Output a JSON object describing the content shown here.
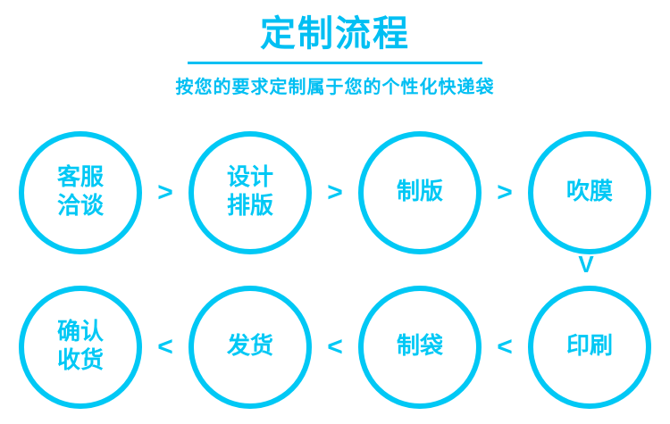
{
  "header": {
    "title": "定制流程",
    "subtitle": "按您的要求定制属于您的个性化快递袋"
  },
  "colors": {
    "accent": "#00c8f5",
    "title": "#00bff3",
    "background": "#ffffff"
  },
  "flow": {
    "row1": {
      "nodes": [
        {
          "label": "客服\n洽谈"
        },
        {
          "label": "设计\n排版"
        },
        {
          "label": "制版"
        },
        {
          "label": "吹膜"
        }
      ],
      "connectors": [
        ">",
        ">",
        ">"
      ]
    },
    "row2": {
      "nodes": [
        {
          "label": "确认\n收货"
        },
        {
          "label": "发货"
        },
        {
          "label": "制袋"
        },
        {
          "label": "印刷"
        }
      ],
      "connectors": [
        "<",
        "<",
        "<"
      ]
    },
    "down_connector": "V"
  }
}
